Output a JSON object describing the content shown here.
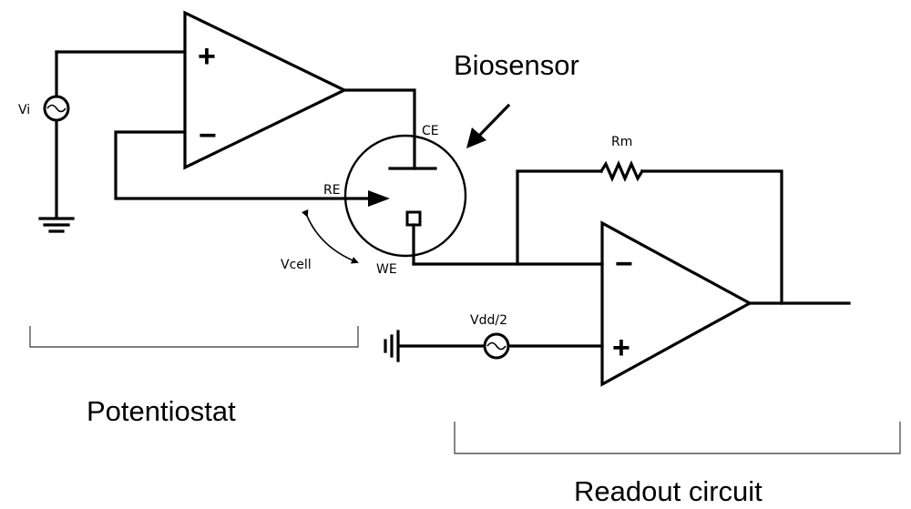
{
  "labels": {
    "biosensor": "Biosensor",
    "potentiostat": "Potentiostat",
    "readout": "Readout circuit",
    "vi": "Vi",
    "ce": "CE",
    "re": "RE",
    "we": "WE",
    "vcell": "Vcell",
    "rm": "Rm",
    "vdd2": "Vdd/2"
  },
  "opamp1": {
    "plus": "+",
    "minus": "−"
  },
  "opamp2": {
    "plus": "+",
    "minus": "−"
  }
}
